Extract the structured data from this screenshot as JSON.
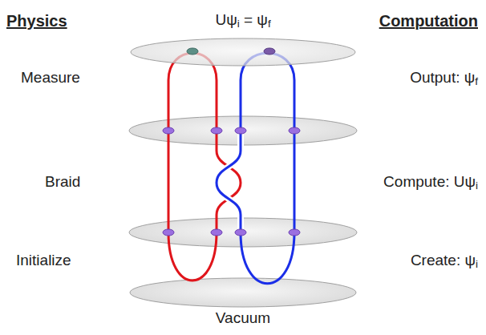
{
  "diagram": {
    "nodes": [
      {
        "text": [
          "Vacuum"
        ]
      }
    ],
    "edges": [],
    "labels": [
      "Physics",
      "Uψi = ψf",
      "Computation",
      "Measure",
      "Braid",
      "Initialize",
      "Output: ψf",
      "Compute: Uψi",
      "Create: ψi"
    ]
  }
}
